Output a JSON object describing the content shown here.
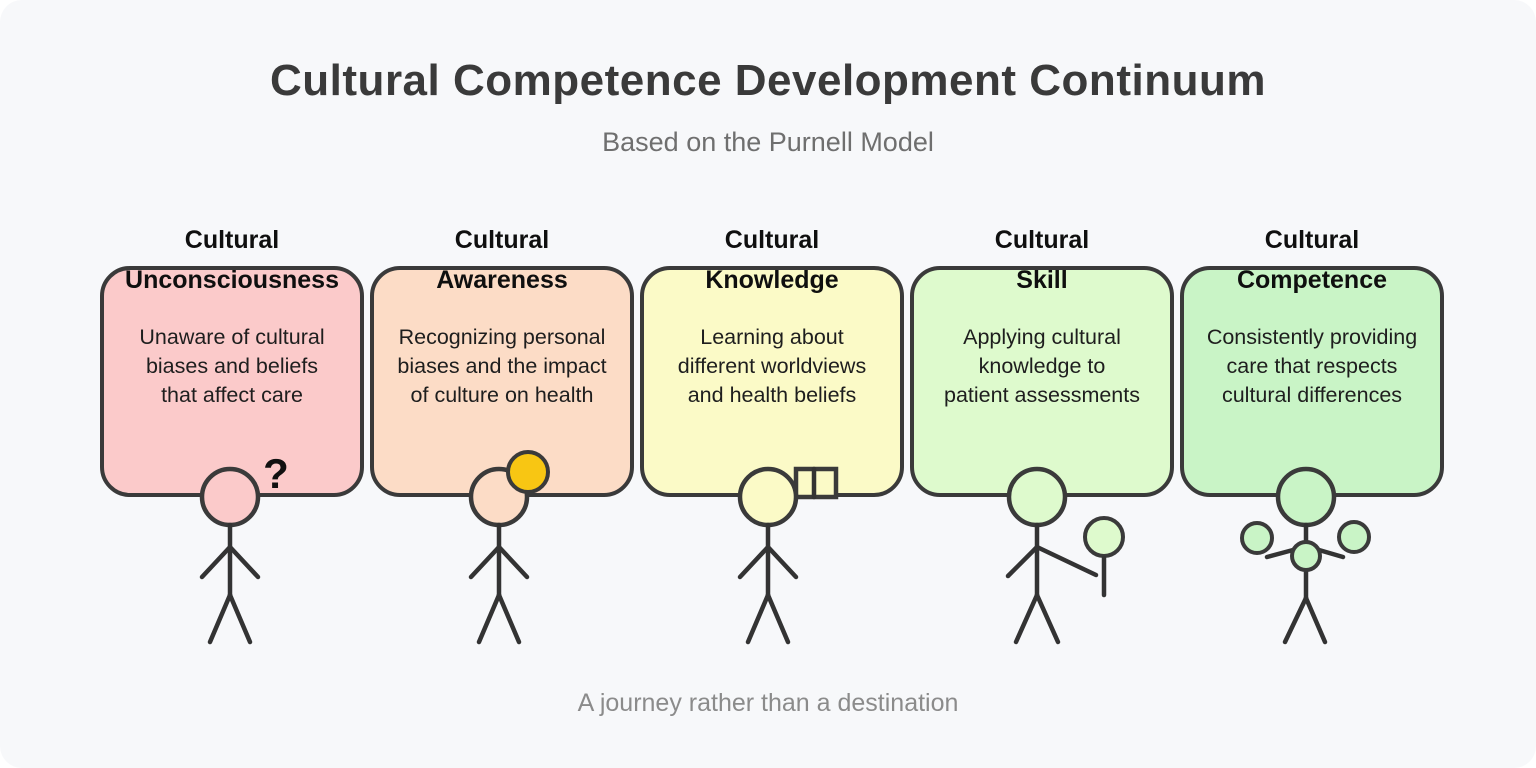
{
  "title": "Cultural Competence Development Continuum",
  "subtitle": "Based on the Purnell Model",
  "footer": "A journey rather than a destination",
  "colors": {
    "canvas_bg": "#f7f8fa",
    "outline": "#3a3a3a",
    "gold": "#f8c613",
    "title_text": "#3a3a3a",
    "subtitle_text": "#6f6f6f",
    "footer_text": "#8b8b8b"
  },
  "stages": [
    {
      "label": [
        "Cultural",
        "Unconsciousness"
      ],
      "desc": [
        "Unaware of cultural",
        "biases and beliefs",
        "that affect care"
      ],
      "color": "#fbcaca",
      "icon": "question-mark",
      "icon_glyph": "?"
    },
    {
      "label": [
        "Cultural",
        "Awareness"
      ],
      "desc": [
        "Recognizing personal",
        "biases and the impact",
        "of culture on health"
      ],
      "color": "#fcdcc6",
      "icon": "idea-circle"
    },
    {
      "label": [
        "Cultural",
        "Knowledge"
      ],
      "desc": [
        "Learning about",
        "different worldviews",
        "and health beliefs"
      ],
      "color": "#fbfac7",
      "icon": "book"
    },
    {
      "label": [
        "Cultural",
        "Skill"
      ],
      "desc": [
        "Applying cultural",
        "knowledge to",
        "patient assessments"
      ],
      "color": "#defacd",
      "icon": "patient-figure"
    },
    {
      "label": [
        "Cultural",
        "Competence"
      ],
      "desc": [
        "Consistently providing",
        "care that respects",
        "cultural differences"
      ],
      "color": "#c9f4c6",
      "icon": "group-circles"
    }
  ]
}
